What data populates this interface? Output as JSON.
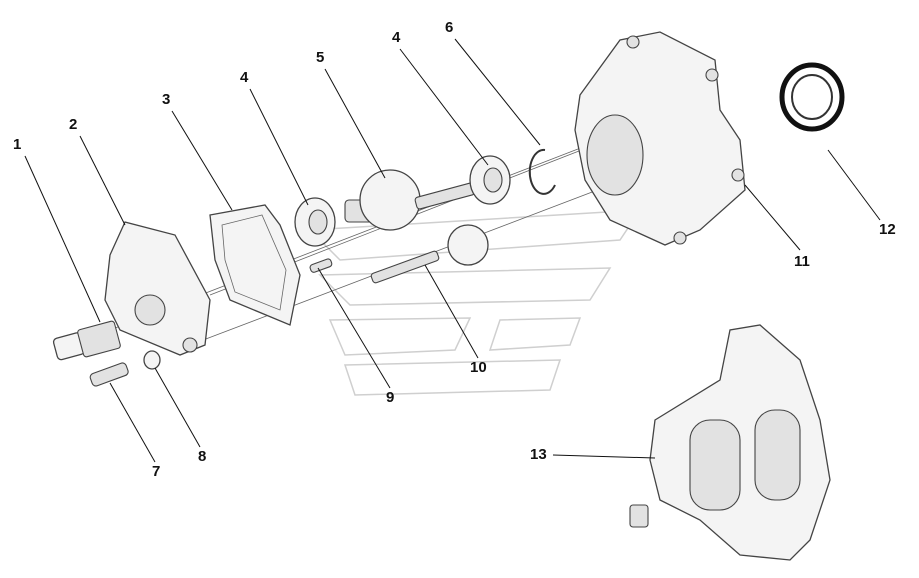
{
  "diagram": {
    "type": "exploded-parts-view",
    "callouts": [
      {
        "id": "c1",
        "label": "1"
      },
      {
        "id": "c2",
        "label": "2"
      },
      {
        "id": "c3",
        "label": "3"
      },
      {
        "id": "c4a",
        "label": "4"
      },
      {
        "id": "c5",
        "label": "5"
      },
      {
        "id": "c4b",
        "label": "4"
      },
      {
        "id": "c6",
        "label": "6"
      },
      {
        "id": "c7",
        "label": "7"
      },
      {
        "id": "c8",
        "label": "8"
      },
      {
        "id": "c9",
        "label": "9"
      },
      {
        "id": "c10",
        "label": "10"
      },
      {
        "id": "c11",
        "label": "11"
      },
      {
        "id": "c12",
        "label": "12"
      },
      {
        "id": "c13",
        "label": "13"
      }
    ]
  }
}
